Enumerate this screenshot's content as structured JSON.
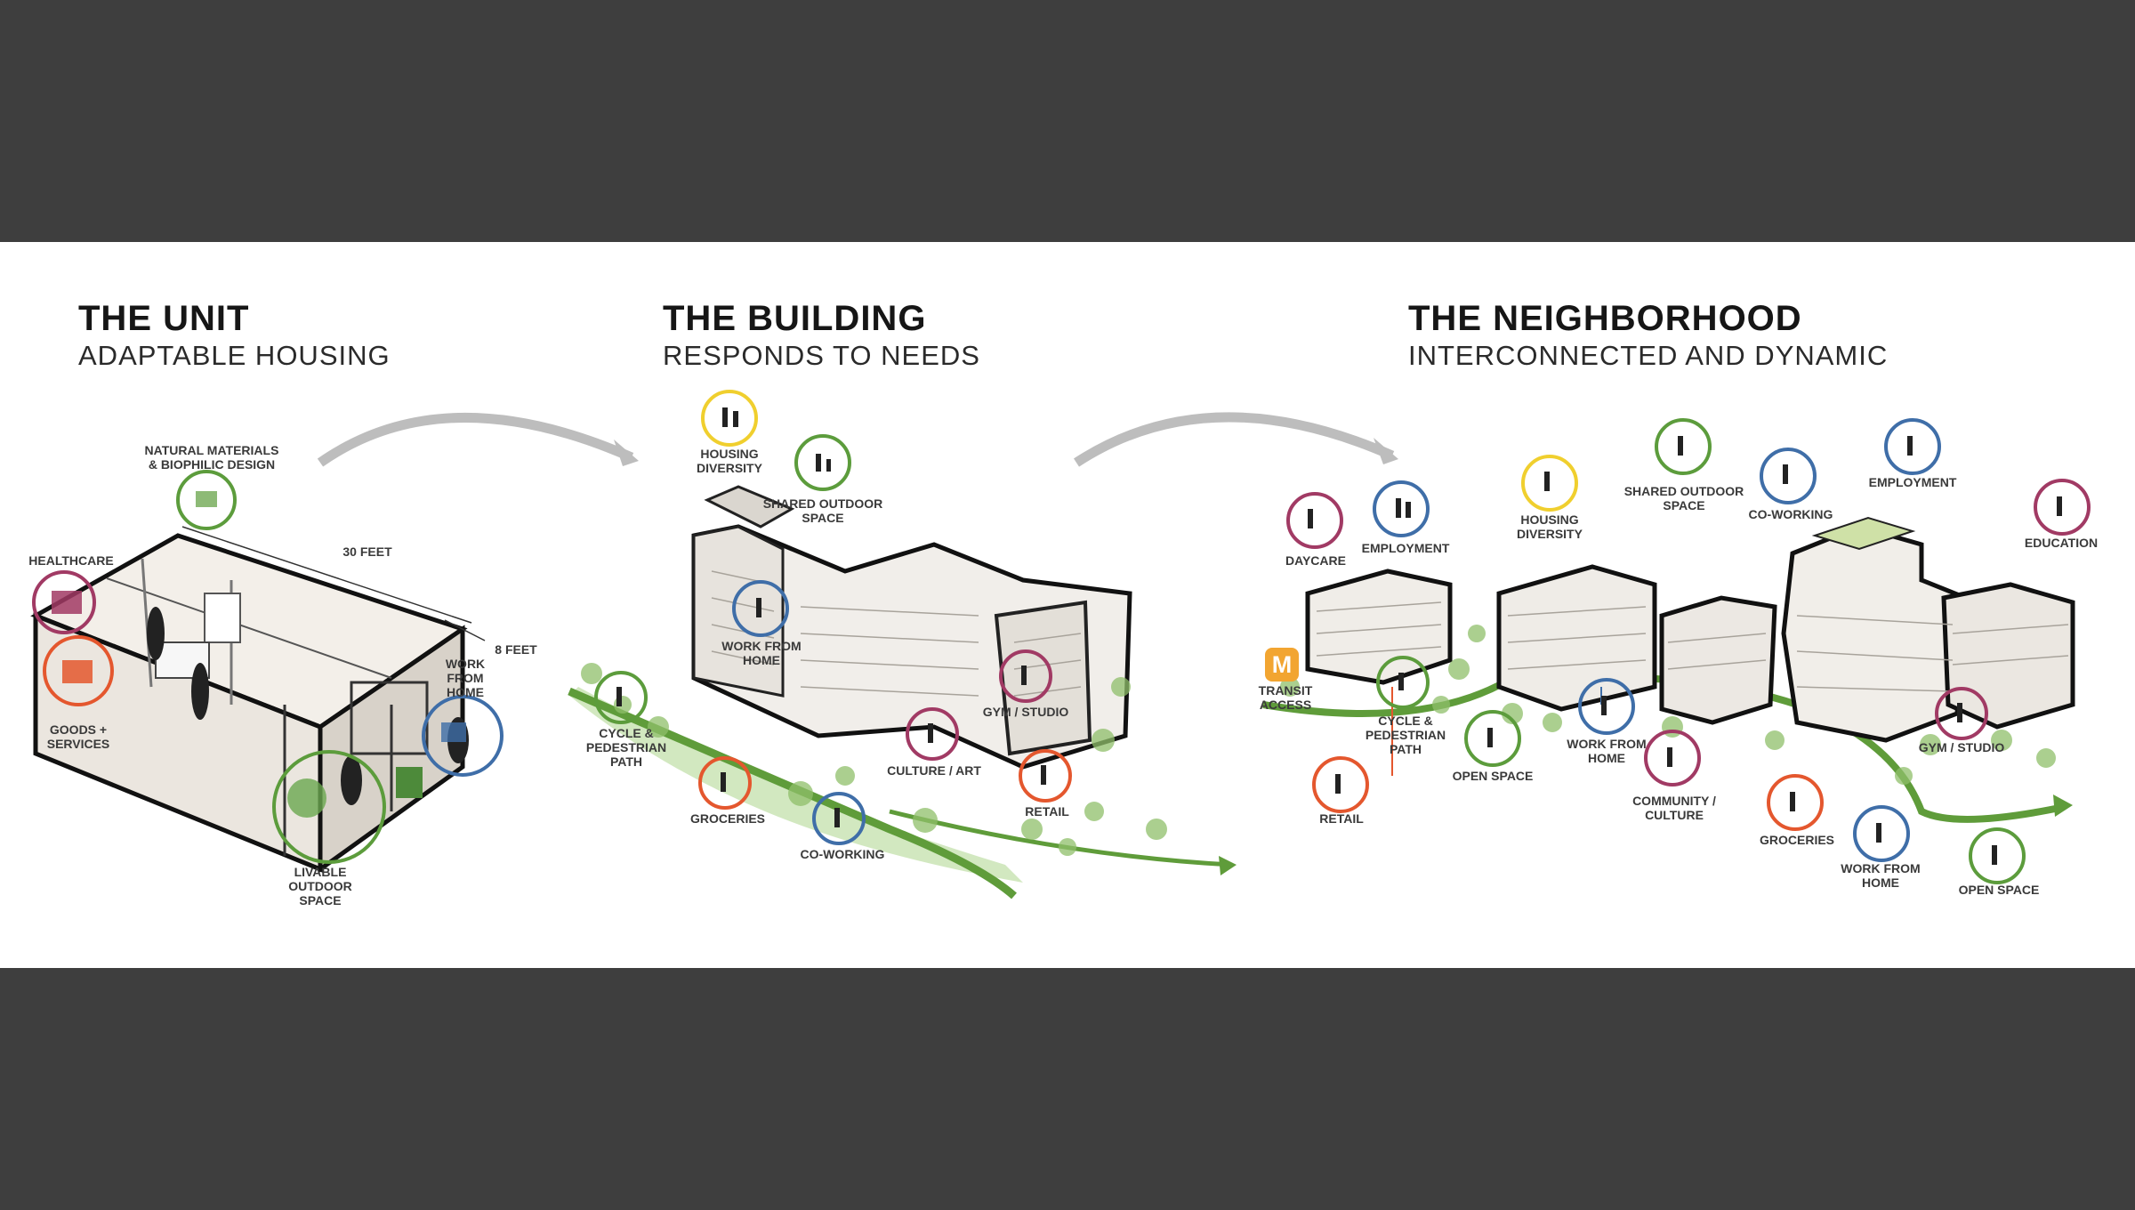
{
  "sections": [
    {
      "title": "THE UNIT",
      "subtitle": "ADAPTABLE HOUSING"
    },
    {
      "title": "THE BUILDING",
      "subtitle": "RESPONDS TO NEEDS"
    },
    {
      "title": "THE NEIGHBORHOOD",
      "subtitle": "INTERCONNECTED AND DYNAMIC"
    }
  ],
  "unit_labels": {
    "natural": "NATURAL MATERIALS\n& BIOPHILIC DESIGN",
    "healthcare": "HEALTHCARE",
    "goods": "GOODS +\nSERVICES",
    "thirty_feet": "30 FEET",
    "eight_feet": "8 FEET",
    "work": "WORK\nFROM\nHOME",
    "outdoor": "LIVABLE\nOUTDOOR\nSPACE"
  },
  "building_labels": {
    "housing": "HOUSING\nDIVERSITY",
    "shared": "SHARED OUTDOOR\nSPACE",
    "work": "WORK FROM\nHOME",
    "gym": "GYM / STUDIO",
    "cycle": "CYCLE &\nPEDESTRIAN\nPATH",
    "culture": "CULTURE / ART",
    "groceries": "GROCERIES",
    "retail": "RETAIL",
    "coworking": "CO-WORKING"
  },
  "neighborhood_labels": {
    "daycare": "DAYCARE",
    "employment1": "EMPLOYMENT",
    "housing": "HOUSING\nDIVERSITY",
    "shared": "SHARED OUTDOOR\nSPACE",
    "coworking": "CO-WORKING",
    "employment2": "EMPLOYMENT",
    "education": "EDUCATION",
    "transit_badge": "M",
    "transit": "TRANSIT\nACCESS",
    "cycle": "CYCLE &\nPEDESTRIAN\nPATH",
    "open1": "OPEN SPACE",
    "work1": "WORK FROM\nHOME",
    "community": "COMMUNITY /\nCULTURE",
    "retail": "RETAIL",
    "groceries": "GROCERIES",
    "work2": "WORK FROM\nHOME",
    "gym": "GYM / STUDIO",
    "open2": "OPEN SPACE"
  },
  "colors": {
    "green": "#5c9c3c",
    "blue": "#3f6ea8",
    "orange": "#e4572e",
    "magenta": "#a13a64",
    "yellow": "#f0cf2e",
    "transit": "#f2a531"
  }
}
